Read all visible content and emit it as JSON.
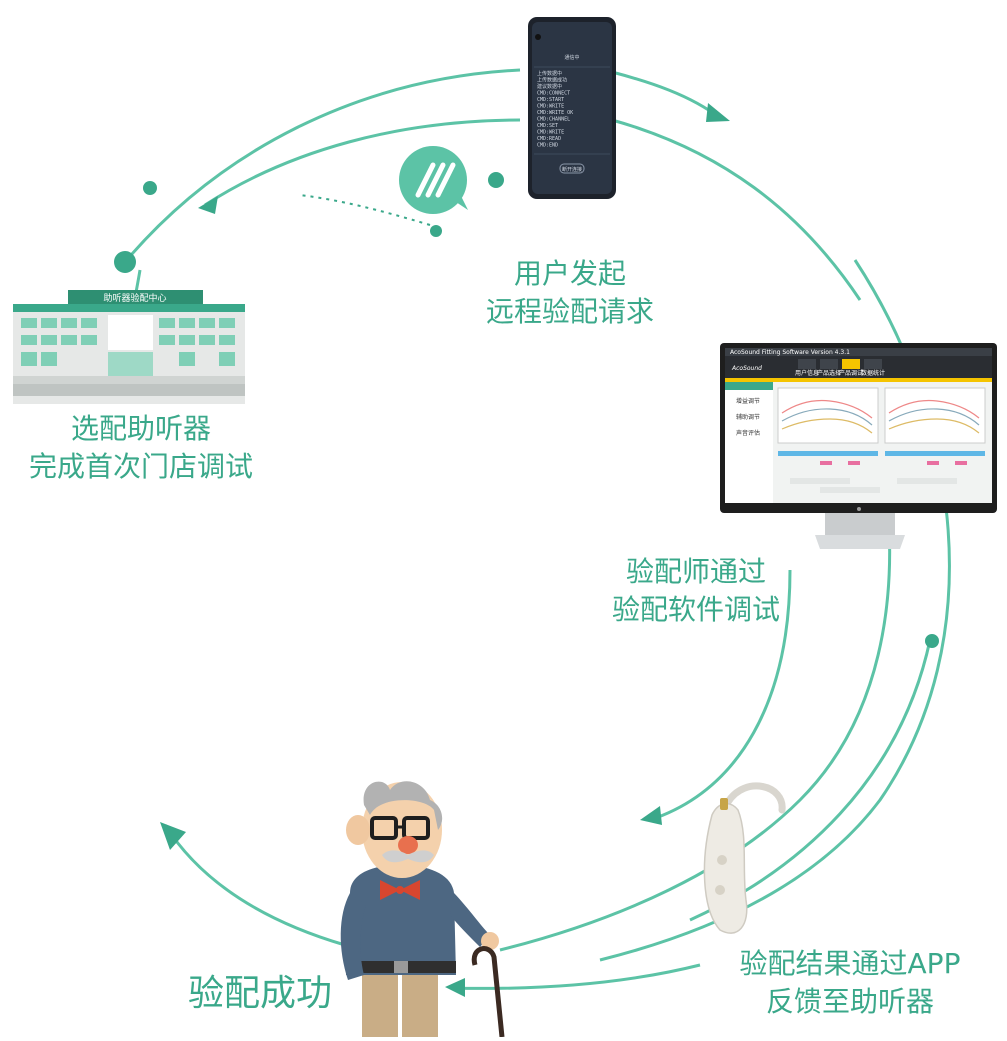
{
  "colors": {
    "accent": "#3aa88a",
    "accent_light": "#5cc3a6",
    "dark": "#222a36"
  },
  "steps": {
    "remote_request": {
      "line1": "用户发起",
      "line2": "远程验配请求"
    },
    "store_fitting": {
      "line1": "选配助听器",
      "line2": "完成首次门店调试"
    },
    "software_fitting": {
      "line1": "验配师通过",
      "line2": "验配软件调试"
    },
    "app_feedback": {
      "line1": "验配结果通过APP",
      "line2": "反馈至助听器"
    },
    "success": {
      "line1": "验配成功"
    }
  },
  "store": {
    "sign": "助听器验配中心"
  },
  "phone": {
    "title": "通信中",
    "log_lines": [
      "上传数据中",
      "上传数据成功",
      "建议数据中",
      "CMD:CONNECT",
      "CMD:START",
      "CMD:WRITE",
      "CMD:WRITE OK",
      "CMD:CHANNEL",
      "CMD:SET",
      "CMD:WRITE",
      "CMD:READ",
      "CMD:END"
    ],
    "button": "断开连接"
  },
  "monitor": {
    "title": "AcoSound Fitting Software Version 4.3.1",
    "brand": "AcoSound",
    "tabs": [
      "用户信息",
      "产品选择",
      "产品调试",
      "数据统计"
    ],
    "nav": [
      "增益调节",
      "辅助调节",
      "声音评估"
    ]
  }
}
